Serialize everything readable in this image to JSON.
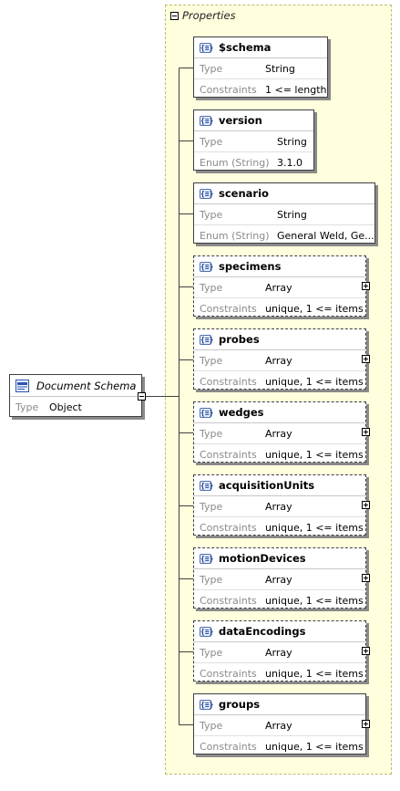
{
  "root": {
    "title": "Document Schema",
    "type_key": "Type",
    "type_value": "Object"
  },
  "properties_label": "Properties",
  "icon_glyph": "{≡}",
  "nodes": [
    {
      "name": "$schema",
      "row1_key": "Type",
      "row1_val": "String",
      "row2_key": "Constraints",
      "row2_val": "1 <= length",
      "required": true,
      "expandable": false
    },
    {
      "name": "version",
      "row1_key": "Type",
      "row1_val": "String",
      "row2_key": "Enum (String)",
      "row2_val": "3.1.0",
      "required": true,
      "expandable": false
    },
    {
      "name": "scenario",
      "row1_key": "Type",
      "row1_val": "String",
      "row2_key": "Enum (String)",
      "row2_val": "General Weld, Ge...",
      "required": true,
      "expandable": false
    },
    {
      "name": "specimens",
      "row1_key": "Type",
      "row1_val": "Array",
      "row2_key": "Constraints",
      "row2_val": "unique, 1 <= items",
      "required": false,
      "expandable": true
    },
    {
      "name": "probes",
      "row1_key": "Type",
      "row1_val": "Array",
      "row2_key": "Constraints",
      "row2_val": "unique, 1 <= items",
      "required": false,
      "expandable": true
    },
    {
      "name": "wedges",
      "row1_key": "Type",
      "row1_val": "Array",
      "row2_key": "Constraints",
      "row2_val": "unique, 1 <= items",
      "required": false,
      "expandable": true
    },
    {
      "name": "acquisitionUnits",
      "row1_key": "Type",
      "row1_val": "Array",
      "row2_key": "Constraints",
      "row2_val": "unique, 1 <= items",
      "required": false,
      "expandable": true
    },
    {
      "name": "motionDevices",
      "row1_key": "Type",
      "row1_val": "Array",
      "row2_key": "Constraints",
      "row2_val": "unique, 1 <= items",
      "required": false,
      "expandable": true
    },
    {
      "name": "dataEncodings",
      "row1_key": "Type",
      "row1_val": "Array",
      "row2_key": "Constraints",
      "row2_val": "unique, 1 <= items",
      "required": false,
      "expandable": true
    },
    {
      "name": "groups",
      "row1_key": "Type",
      "row1_val": "Array",
      "row2_key": "Constraints",
      "row2_val": "unique, 1 <= items",
      "required": true,
      "expandable": true
    }
  ],
  "colors": {
    "panel_bg": "#ffffdd",
    "panel_border": "#bdbd7a",
    "node_border": "#404040",
    "label_grey": "#8a8a8a",
    "icon_blue": "#1a3f8f"
  }
}
